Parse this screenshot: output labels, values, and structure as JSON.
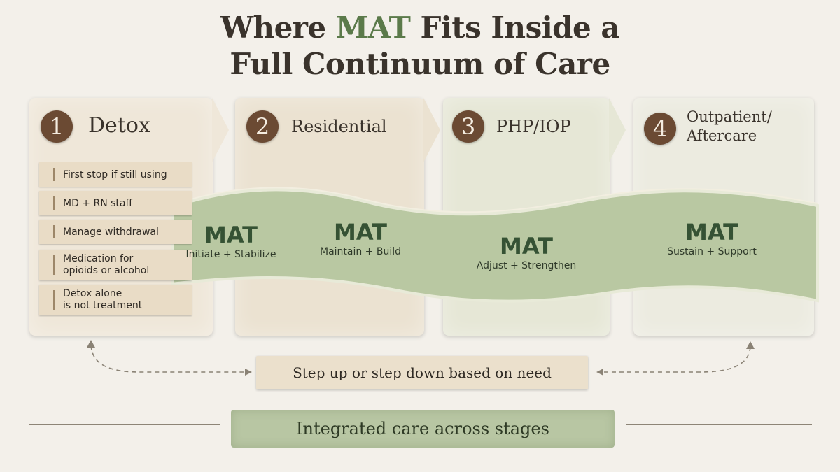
{
  "title": {
    "part1": "Where ",
    "accent": "MAT",
    "part2": " Fits Inside a",
    "line2": "Full Continuum of Care"
  },
  "stages": [
    {
      "number": "1",
      "label": "Detox"
    },
    {
      "number": "2",
      "label": "Residential"
    },
    {
      "number": "3",
      "label": "PHP/IOP"
    },
    {
      "number": "4",
      "label_line1": "Outpatient/",
      "label_line2": "Aftercare"
    }
  ],
  "detox_items": [
    "First stop if still using",
    "MD + RN staff",
    "Manage withdrawal",
    {
      "line1": "Medication for",
      "line2": "opioids or alcohol"
    },
    {
      "line1": "Detox alone",
      "line2": "is not treatment"
    }
  ],
  "mat": [
    {
      "title": "MAT",
      "subtitle": "Initiate + Stabilize"
    },
    {
      "title": "MAT",
      "subtitle": "Maintain + Build"
    },
    {
      "title": "MAT",
      "subtitle": "Adjust + Strengthen"
    },
    {
      "title": "MAT",
      "subtitle": "Sustain + Support"
    }
  ],
  "step_text": "Step up or step down based on need",
  "footer_text": "Integrated care across stages",
  "colors": {
    "accent_green": "#5b7a4a",
    "ribbon_green": "#b9c8a2",
    "number_brown": "#6b4a33"
  }
}
